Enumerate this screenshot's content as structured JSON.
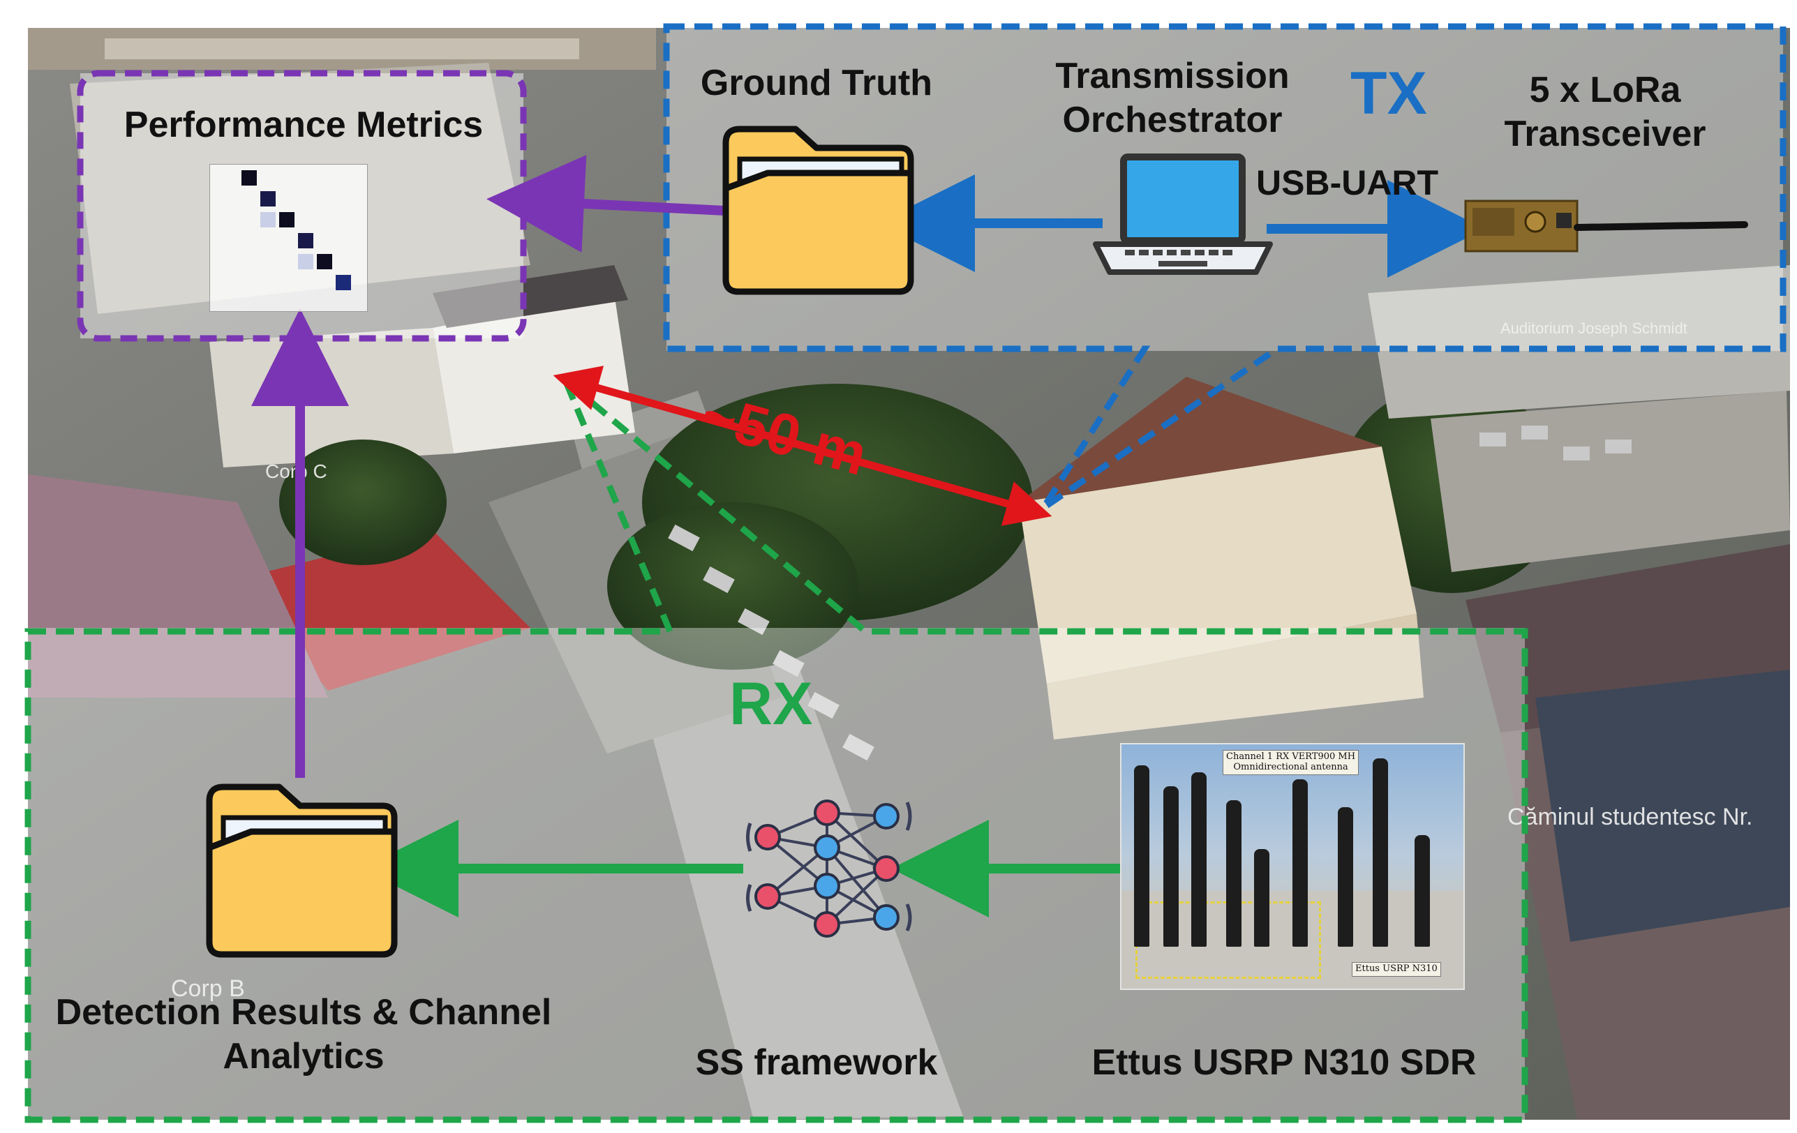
{
  "title": "",
  "colors": {
    "tx_blue": "#1a6fc4",
    "rx_green": "#1fa54a",
    "metrics_purple": "#7a35b4",
    "distance_red": "#e0161b",
    "folder_yellow": "#fcca5c"
  },
  "metrics_box": {
    "title": "Performance Metrics",
    "icon": "confusion-matrix-icon"
  },
  "tx_box": {
    "tag": "TX",
    "ground_truth": {
      "label": "Ground Truth",
      "icon": "folder-icon"
    },
    "orchestrator": {
      "label_line1": "Transmission",
      "label_line2": "Orchestrator",
      "icon": "laptop-icon"
    },
    "link_label": "USB-UART",
    "transceiver": {
      "label_line1": "5 x LoRa",
      "label_line2": "Transceiver",
      "icon": "lora-board-icon"
    }
  },
  "distance": {
    "label": "~50 m"
  },
  "rx_box": {
    "tag": "RX",
    "sdr": {
      "label": "Ettus USRP N310 SDR",
      "icon": "usrp-photo-icon",
      "note_antenna_line1": "Channel 1 RX VERT900 MH",
      "note_antenna_line2": "Omnidirectional antenna",
      "note_device": "Ettus USRP N310"
    },
    "framework": {
      "label": "SS framework",
      "icon": "neural-network-icon"
    },
    "results": {
      "label_line1": "Detection Results & Channel",
      "label_line2": "Analytics",
      "icon": "folder-icon"
    }
  },
  "map_labels": {
    "building_tx": "Auditorium Joseph Schmidt",
    "building_corp_c": "Corp C",
    "building_corp_b": "Corp B",
    "building_dorm": "Căminul studentesc Nr."
  }
}
